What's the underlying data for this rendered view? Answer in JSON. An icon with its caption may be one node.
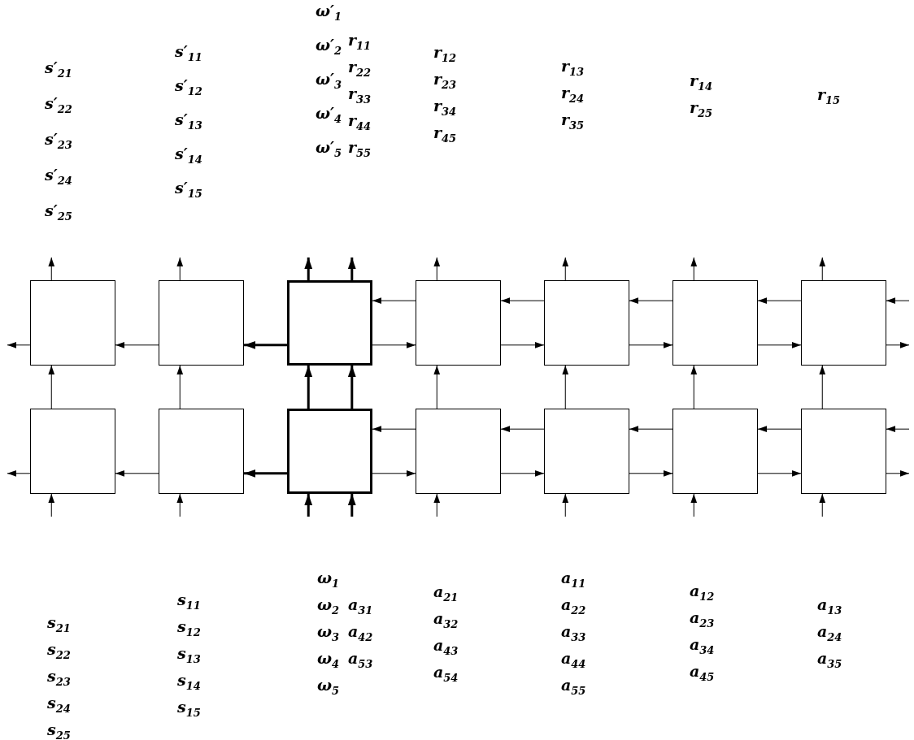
{
  "diagram": {
    "nodes": [
      {
        "text": [],
        "shape": "box"
      },
      {
        "text": [],
        "shape": "box"
      },
      {
        "text": [],
        "shape": "box"
      },
      {
        "text": [],
        "shape": "box"
      },
      {
        "text": [],
        "shape": "box"
      },
      {
        "text": [],
        "shape": "box"
      },
      {
        "text": [],
        "shape": "box"
      },
      {
        "text": [],
        "shape": "box"
      },
      {
        "text": [],
        "shape": "box"
      },
      {
        "text": [],
        "shape": "box"
      },
      {
        "text": [],
        "shape": "box"
      },
      {
        "text": [],
        "shape": "box"
      },
      {
        "text": [],
        "shape": "box"
      },
      {
        "text": [],
        "shape": "box"
      }
    ],
    "edges": [
      {
        "from": 0,
        "to": null,
        "arrow": "to"
      },
      {
        "from": 0,
        "to": null,
        "arrow": "to"
      },
      {
        "from": 1,
        "to": null,
        "arrow": "to"
      },
      {
        "from": 1,
        "to": 0,
        "arrow": "to"
      },
      {
        "from": 2,
        "to": null,
        "arrow": "to",
        "style": "thick"
      },
      {
        "from": 2,
        "to": null,
        "arrow": "to",
        "style": "thick"
      },
      {
        "from": 2,
        "to": 1,
        "arrow": "to",
        "style": "thick"
      },
      {
        "from": 3,
        "to": null,
        "arrow": "to"
      },
      {
        "from": 3,
        "to": 2,
        "arrow": "to"
      },
      {
        "from": 2,
        "to": 3,
        "arrow": "to"
      },
      {
        "from": 4,
        "to": null,
        "arrow": "to"
      },
      {
        "from": 4,
        "to": 3,
        "arrow": "to"
      },
      {
        "from": 3,
        "to": 4,
        "arrow": "to"
      },
      {
        "from": 5,
        "to": null,
        "arrow": "to"
      },
      {
        "from": 5,
        "to": 4,
        "arrow": "to"
      },
      {
        "from": 4,
        "to": 5,
        "arrow": "to"
      },
      {
        "from": 6,
        "to": null,
        "arrow": "to"
      },
      {
        "from": 6,
        "to": 5,
        "arrow": "to"
      },
      {
        "from": 5,
        "to": 6,
        "arrow": "to"
      },
      {
        "from": null,
        "to": 6,
        "arrow": "to"
      },
      {
        "from": 6,
        "to": null,
        "arrow": "to"
      },
      {
        "from": 7,
        "to": 0,
        "arrow": "to"
      },
      {
        "from": 8,
        "to": 1,
        "arrow": "to"
      },
      {
        "from": 9,
        "to": 2,
        "arrow": "to",
        "style": "thick"
      },
      {
        "from": 9,
        "to": 2,
        "arrow": "to",
        "style": "thick"
      },
      {
        "from": 10,
        "to": 3,
        "arrow": "to"
      },
      {
        "from": 11,
        "to": 4,
        "arrow": "to"
      },
      {
        "from": 12,
        "to": 5,
        "arrow": "to"
      },
      {
        "from": 13,
        "to": 6,
        "arrow": "to"
      },
      {
        "from": 7,
        "to": null,
        "arrow": "to"
      },
      {
        "from": 8,
        "to": 7,
        "arrow": "to"
      },
      {
        "from": 9,
        "to": 8,
        "arrow": "to",
        "style": "thick"
      },
      {
        "from": 10,
        "to": 9,
        "arrow": "to"
      },
      {
        "from": 9,
        "to": 10,
        "arrow": "to"
      },
      {
        "from": 11,
        "to": 10,
        "arrow": "to"
      },
      {
        "from": 10,
        "to": 11,
        "arrow": "to"
      },
      {
        "from": 12,
        "to": 11,
        "arrow": "to"
      },
      {
        "from": 11,
        "to": 12,
        "arrow": "to"
      },
      {
        "from": 13,
        "to": 12,
        "arrow": "to"
      },
      {
        "from": 12,
        "to": 13,
        "arrow": "to"
      },
      {
        "from": null,
        "to": 13,
        "arrow": "to"
      },
      {
        "from": 13,
        "to": null,
        "arrow": "to"
      },
      {
        "from": null,
        "to": 7,
        "arrow": "to"
      },
      {
        "from": null,
        "to": 8,
        "arrow": "to"
      },
      {
        "from": null,
        "to": 9,
        "arrow": "to",
        "style": "thick"
      },
      {
        "from": null,
        "to": 9,
        "arrow": "to",
        "style": "thick"
      },
      {
        "from": null,
        "to": 10,
        "arrow": "to"
      },
      {
        "from": null,
        "to": 11,
        "arrow": "to"
      },
      {
        "from": null,
        "to": 12,
        "arrow": "to"
      },
      {
        "from": null,
        "to": 13,
        "arrow": "to"
      }
    ],
    "labels": [
      "s′$_{21}$",
      "s′$_{22}$",
      "s′$_{23}$",
      "s′$_{24}$",
      "s′$_{25}$",
      "s′$_{11}$",
      "s′$_{12}$",
      "s′$_{13}$",
      "s′$_{14}$",
      "s′$_{15}$",
      "ω′$_{1}$",
      "ω′$_{2}$",
      "ω′$_{3}$",
      "ω′$_{4}$",
      "ω′$_{5}$",
      "r$_{11}$",
      "r$_{22}$",
      "r$_{33}$",
      "r$_{44}$",
      "r$_{55}$",
      "r$_{12}$",
      "r$_{23}$",
      "r$_{34}$",
      "r$_{45}$",
      "r$_{13}$",
      "r$_{24}$",
      "r$_{35}$",
      "r$_{14}$",
      "r$_{25}$",
      "r$_{15}$",
      "s$_{21}$",
      "s$_{22}$",
      "s$_{23}$",
      "s$_{24}$",
      "s$_{25}$",
      "s$_{11}$",
      "s$_{12}$",
      "s$_{13}$",
      "s$_{14}$",
      "s$_{15}$",
      "ω$_{1}$",
      "ω$_{2}$",
      "ω$_{3}$",
      "ω$_{4}$",
      "ω$_{5}$",
      "a$_{31}$",
      "a$_{42}$",
      "a$_{53}$",
      "a$_{21}$",
      "a$_{32}$",
      "a$_{43}$",
      "a$_{54}$",
      "a$_{11}$",
      "a$_{22}$",
      "a$_{33}$",
      "a$_{44}$",
      "a$_{55}$",
      "a$_{12}$",
      "a$_{23}$",
      "a$_{34}$",
      "a$_{45}$",
      "a$_{13}$",
      "a$_{24}$",
      "a$_{35}$"
    ]
  }
}
